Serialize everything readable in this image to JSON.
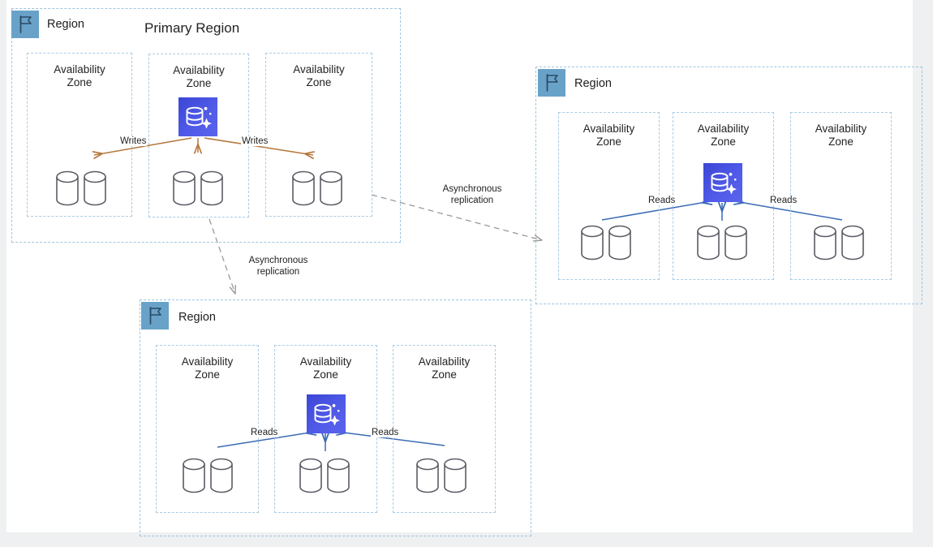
{
  "canvas": {
    "background": "#eff0f1",
    "sheet": "#ffffff"
  },
  "colors": {
    "region_border": "#9ec6e0",
    "az_border": "#a9cbe3",
    "flag_badge": "#69a2c8",
    "flag_glyph": "#2b4a63",
    "db_icon": "#4a54e1",
    "writes_arrow": "#b5763a",
    "reads_arrow": "#3b6bb5",
    "replication_arrow": "#9a9a9a",
    "cylinder_stroke": "#5c5c66",
    "text": "#232323"
  },
  "diagram": {
    "title": "Primary Region",
    "regions": [
      {
        "id": "primary",
        "label": "Region",
        "title": "Primary Region",
        "flow_label": "Writes",
        "azs": [
          {
            "label": "Availability\nZone",
            "has_db_icon": false,
            "cylinders": 2
          },
          {
            "label": "Availability\nZone",
            "has_db_icon": true,
            "cylinders": 2
          },
          {
            "label": "Availability\nZone",
            "has_db_icon": false,
            "cylinders": 2
          }
        ]
      },
      {
        "id": "secondary-right",
        "label": "Region",
        "flow_label": "Reads",
        "azs": [
          {
            "label": "Availability\nZone",
            "has_db_icon": false,
            "cylinders": 2
          },
          {
            "label": "Availability\nZone",
            "has_db_icon": true,
            "cylinders": 2
          },
          {
            "label": "Availability\nZone",
            "has_db_icon": false,
            "cylinders": 2
          }
        ]
      },
      {
        "id": "secondary-bottom",
        "label": "Region",
        "flow_label": "Reads",
        "azs": [
          {
            "label": "Availability\nZone",
            "has_db_icon": false,
            "cylinders": 2
          },
          {
            "label": "Availability\nZone",
            "has_db_icon": true,
            "cylinders": 2
          },
          {
            "label": "Availability\nZone",
            "has_db_icon": false,
            "cylinders": 2
          }
        ]
      }
    ],
    "connections": [
      {
        "id": "repl-right",
        "label": "Asynchronous\nreplication",
        "style": "dashed",
        "from": "primary",
        "to": "secondary-right"
      },
      {
        "id": "repl-bottom",
        "label": "Asynchronous\nreplication",
        "style": "dashed",
        "from": "primary",
        "to": "secondary-bottom"
      }
    ],
    "write_labels": [
      "Writes",
      "Writes"
    ],
    "read_labels_right": [
      "Reads",
      "Reads"
    ],
    "read_labels_bottom": [
      "Reads",
      "Reads"
    ],
    "icons": {
      "flag": "flag-icon",
      "database": "database-sparkle-icon",
      "cylinder": "database-cylinder-icon"
    }
  }
}
